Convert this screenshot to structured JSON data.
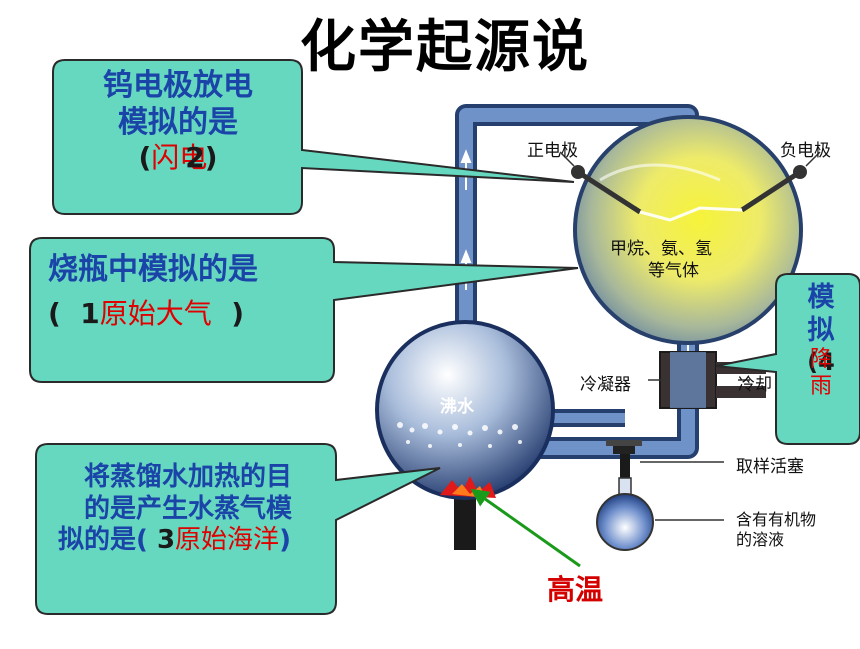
{
  "title": "化学起源说",
  "callouts": {
    "electrode": {
      "line1": "钨电极放电",
      "line2": "模拟的是",
      "open": "(",
      "num": "2",
      "answer": "闪电",
      "close": ")"
    },
    "flask": {
      "line1": "烧瓶中模拟的是",
      "open": "(",
      "num": "1",
      "answer": "原始大气",
      "close": ")"
    },
    "water": {
      "line1": "将蒸馏水加热的目",
      "line2": "的是产生水蒸气模",
      "line3": "拟的是(",
      "num": "3",
      "answer": "原始海洋",
      "close": ")"
    },
    "rain": {
      "c1": "模",
      "c2": "拟",
      "open": "(",
      "num": "4",
      "answer1": "降",
      "answer2": "雨"
    }
  },
  "labels": {
    "positive_electrode": "正电极",
    "negative_electrode": "负电极",
    "gas_line1": "甲烷、氨、氢",
    "gas_line2": "等气体",
    "condenser": "冷凝器",
    "cooling": "冷却",
    "boiling_water": "沸水",
    "sampling_valve": "取样活塞",
    "solution_line1": "含有有机物",
    "solution_line2": "的溶液",
    "high_temp": "高温"
  },
  "colors": {
    "callout_fill": "#66d8c0",
    "callout_text": "#1a44a8",
    "answer": "#e00000",
    "tube": "#4a6ea8",
    "high_temp": "#d40000",
    "pointer_arrow": "#1a9a1a"
  }
}
